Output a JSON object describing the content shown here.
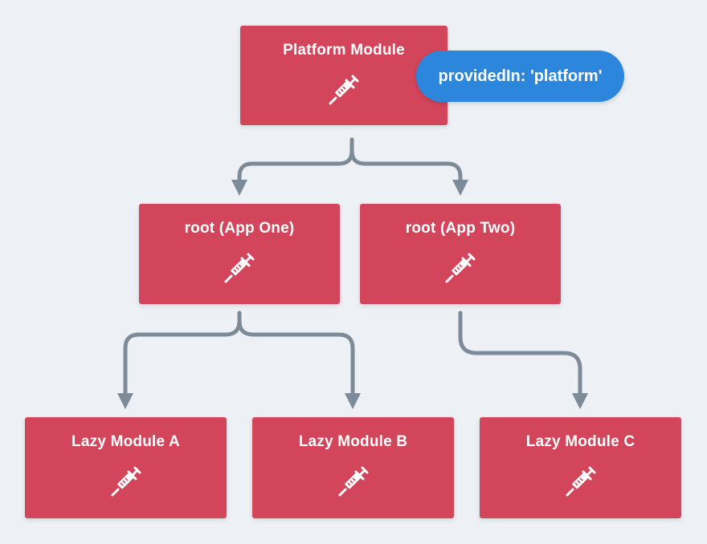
{
  "nodes": {
    "platform": {
      "label": "Platform Module",
      "icon": "syringe-icon"
    },
    "root_app_one": {
      "label": "root (App One)",
      "icon": "syringe-icon"
    },
    "root_app_two": {
      "label": "root (App Two)",
      "icon": "syringe-icon"
    },
    "lazy_a": {
      "label": "Lazy Module A",
      "icon": "syringe-icon"
    },
    "lazy_b": {
      "label": "Lazy Module B",
      "icon": "syringe-icon"
    },
    "lazy_c": {
      "label": "Lazy Module C",
      "icon": "syringe-icon"
    }
  },
  "badge": {
    "text": "providedIn: 'platform'"
  },
  "colors": {
    "node": "#d3455b",
    "badge": "#2b86dc",
    "connector": "#7d8a97",
    "background": "#edf1f5"
  }
}
